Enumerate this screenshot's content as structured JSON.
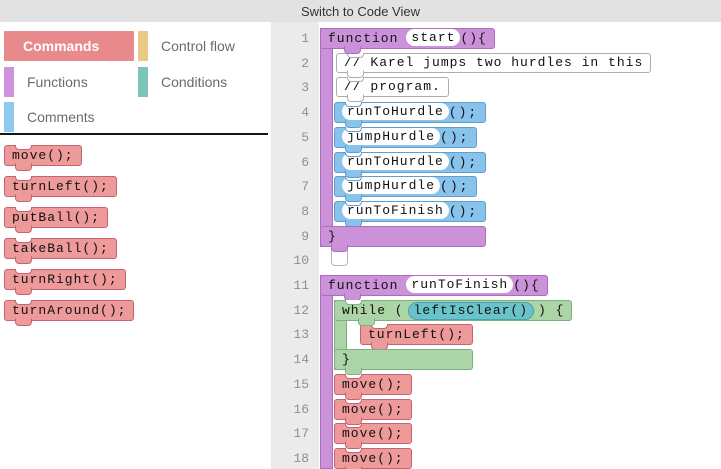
{
  "topBar": {
    "label": "Switch to Code View"
  },
  "sidebar": {
    "categories": [
      {
        "label": "Commands",
        "color": "#e8898b",
        "selected": true
      },
      {
        "label": "Control flow",
        "color": "#eac984",
        "selected": false
      },
      {
        "label": "Functions",
        "color": "#cf92de",
        "selected": false
      },
      {
        "label": "Conditions",
        "color": "#7ec5b9",
        "selected": false
      },
      {
        "label": "Comments",
        "color": "#90c9f0",
        "selected": false
      }
    ]
  },
  "palette": {
    "blocks": [
      "move();",
      "turnLeft();",
      "putBall();",
      "takeBall();",
      "turnRight();",
      "turnAround();"
    ]
  },
  "editor": {
    "lineNumbers": [
      "1",
      "2",
      "3",
      "4",
      "5",
      "6",
      "7",
      "8",
      "9",
      "10",
      "11",
      "12",
      "13",
      "14",
      "15",
      "16",
      "17",
      "18"
    ],
    "func1": {
      "keyword": "function",
      "name": "start",
      "open": "(){",
      "close": "}"
    },
    "comment1": "// Karel jumps two hurdles in this",
    "comment2": "// program.",
    "calls": [
      {
        "name": "runToHurdle",
        "suffix": "();"
      },
      {
        "name": "jumpHurdle",
        "suffix": "();"
      },
      {
        "name": "runToHurdle",
        "suffix": "();"
      },
      {
        "name": "jumpHurdle",
        "suffix": "();"
      },
      {
        "name": "runToFinish",
        "suffix": "();"
      }
    ],
    "func2": {
      "keyword": "function",
      "name": "runToFinish",
      "open": "(){"
    },
    "whileBlock": {
      "prefix": "while (",
      "condition": "leftIsClear()",
      "suffix": ") {",
      "close": "}"
    },
    "turnLeft": "turnLeft();",
    "moves": [
      "move();",
      "move();",
      "move();",
      "move();"
    ]
  },
  "colors": {
    "topBarBg": "#e2e2e2",
    "commandBlock": "#ee9a9a",
    "functionBlock": "#cb92da",
    "callBlock": "#87c3ea",
    "controlBlock": "#abd5a6",
    "conditionCapsule": "#69c3c9",
    "gutterBg": "#ebebeb"
  }
}
